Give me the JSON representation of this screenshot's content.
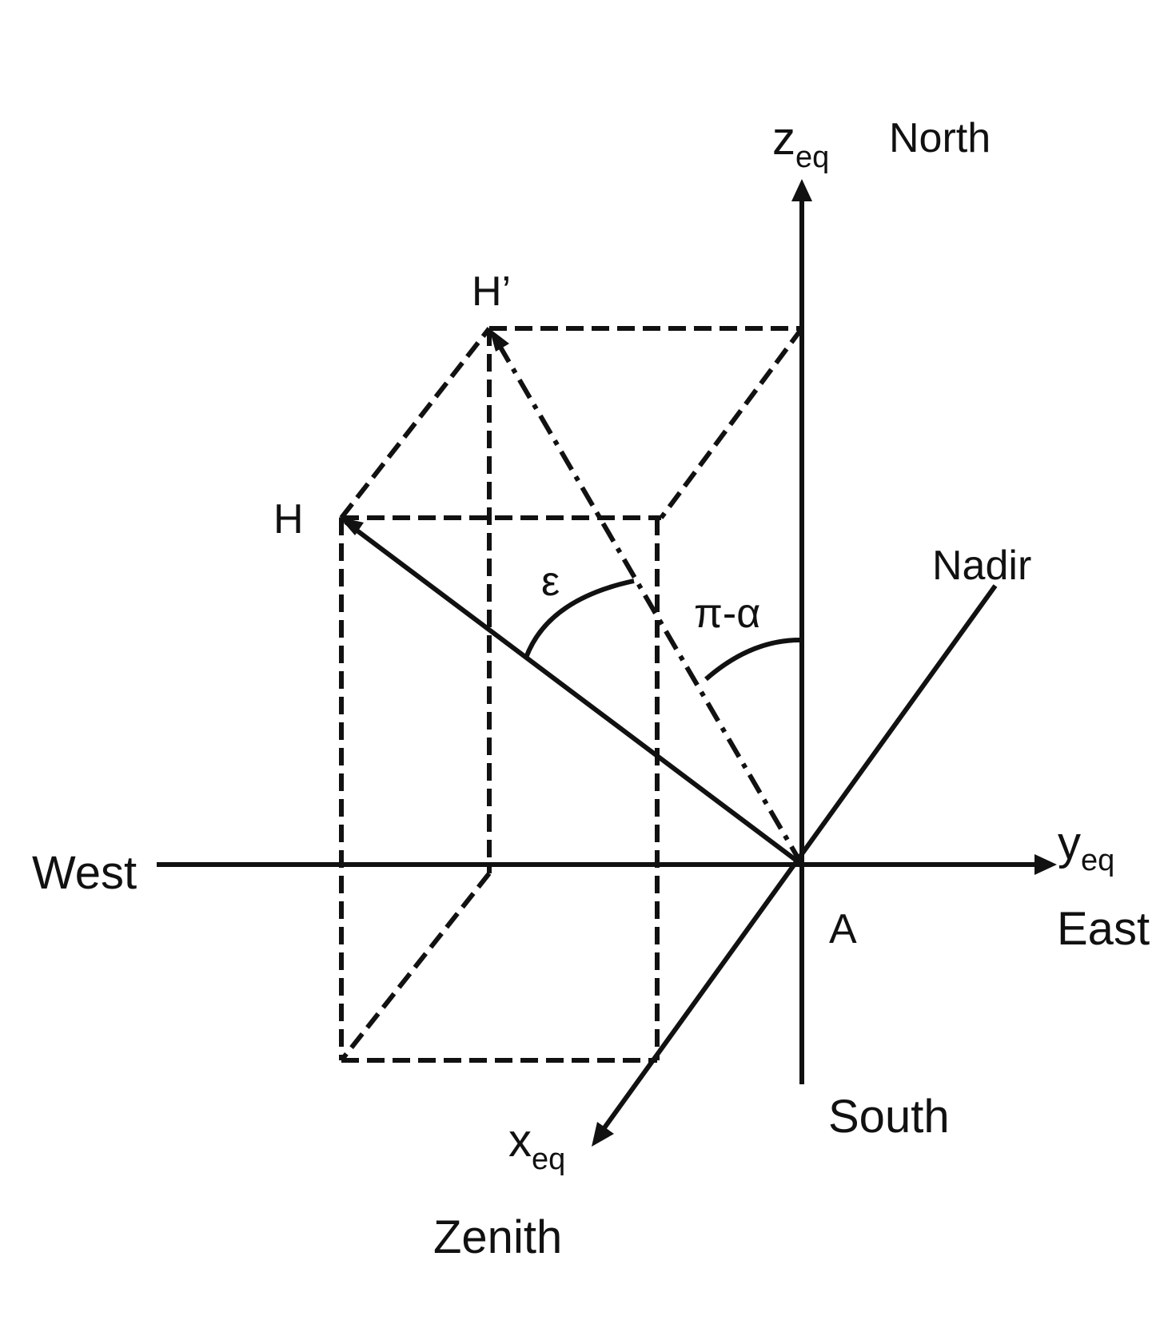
{
  "labels": {
    "z_axis": "z",
    "z_axis_sub": "eq",
    "north": "North",
    "south": "South",
    "y_axis": "y",
    "y_axis_sub": "eq",
    "east": "East",
    "west": "West",
    "x_axis": "x",
    "x_axis_sub": "eq",
    "zenith": "Zenith",
    "nadir": "Nadir",
    "point_a": "A",
    "point_h": "H",
    "point_h_prime": "H’",
    "angle_epsilon": "ε",
    "angle_pi_alpha": "π-α"
  }
}
